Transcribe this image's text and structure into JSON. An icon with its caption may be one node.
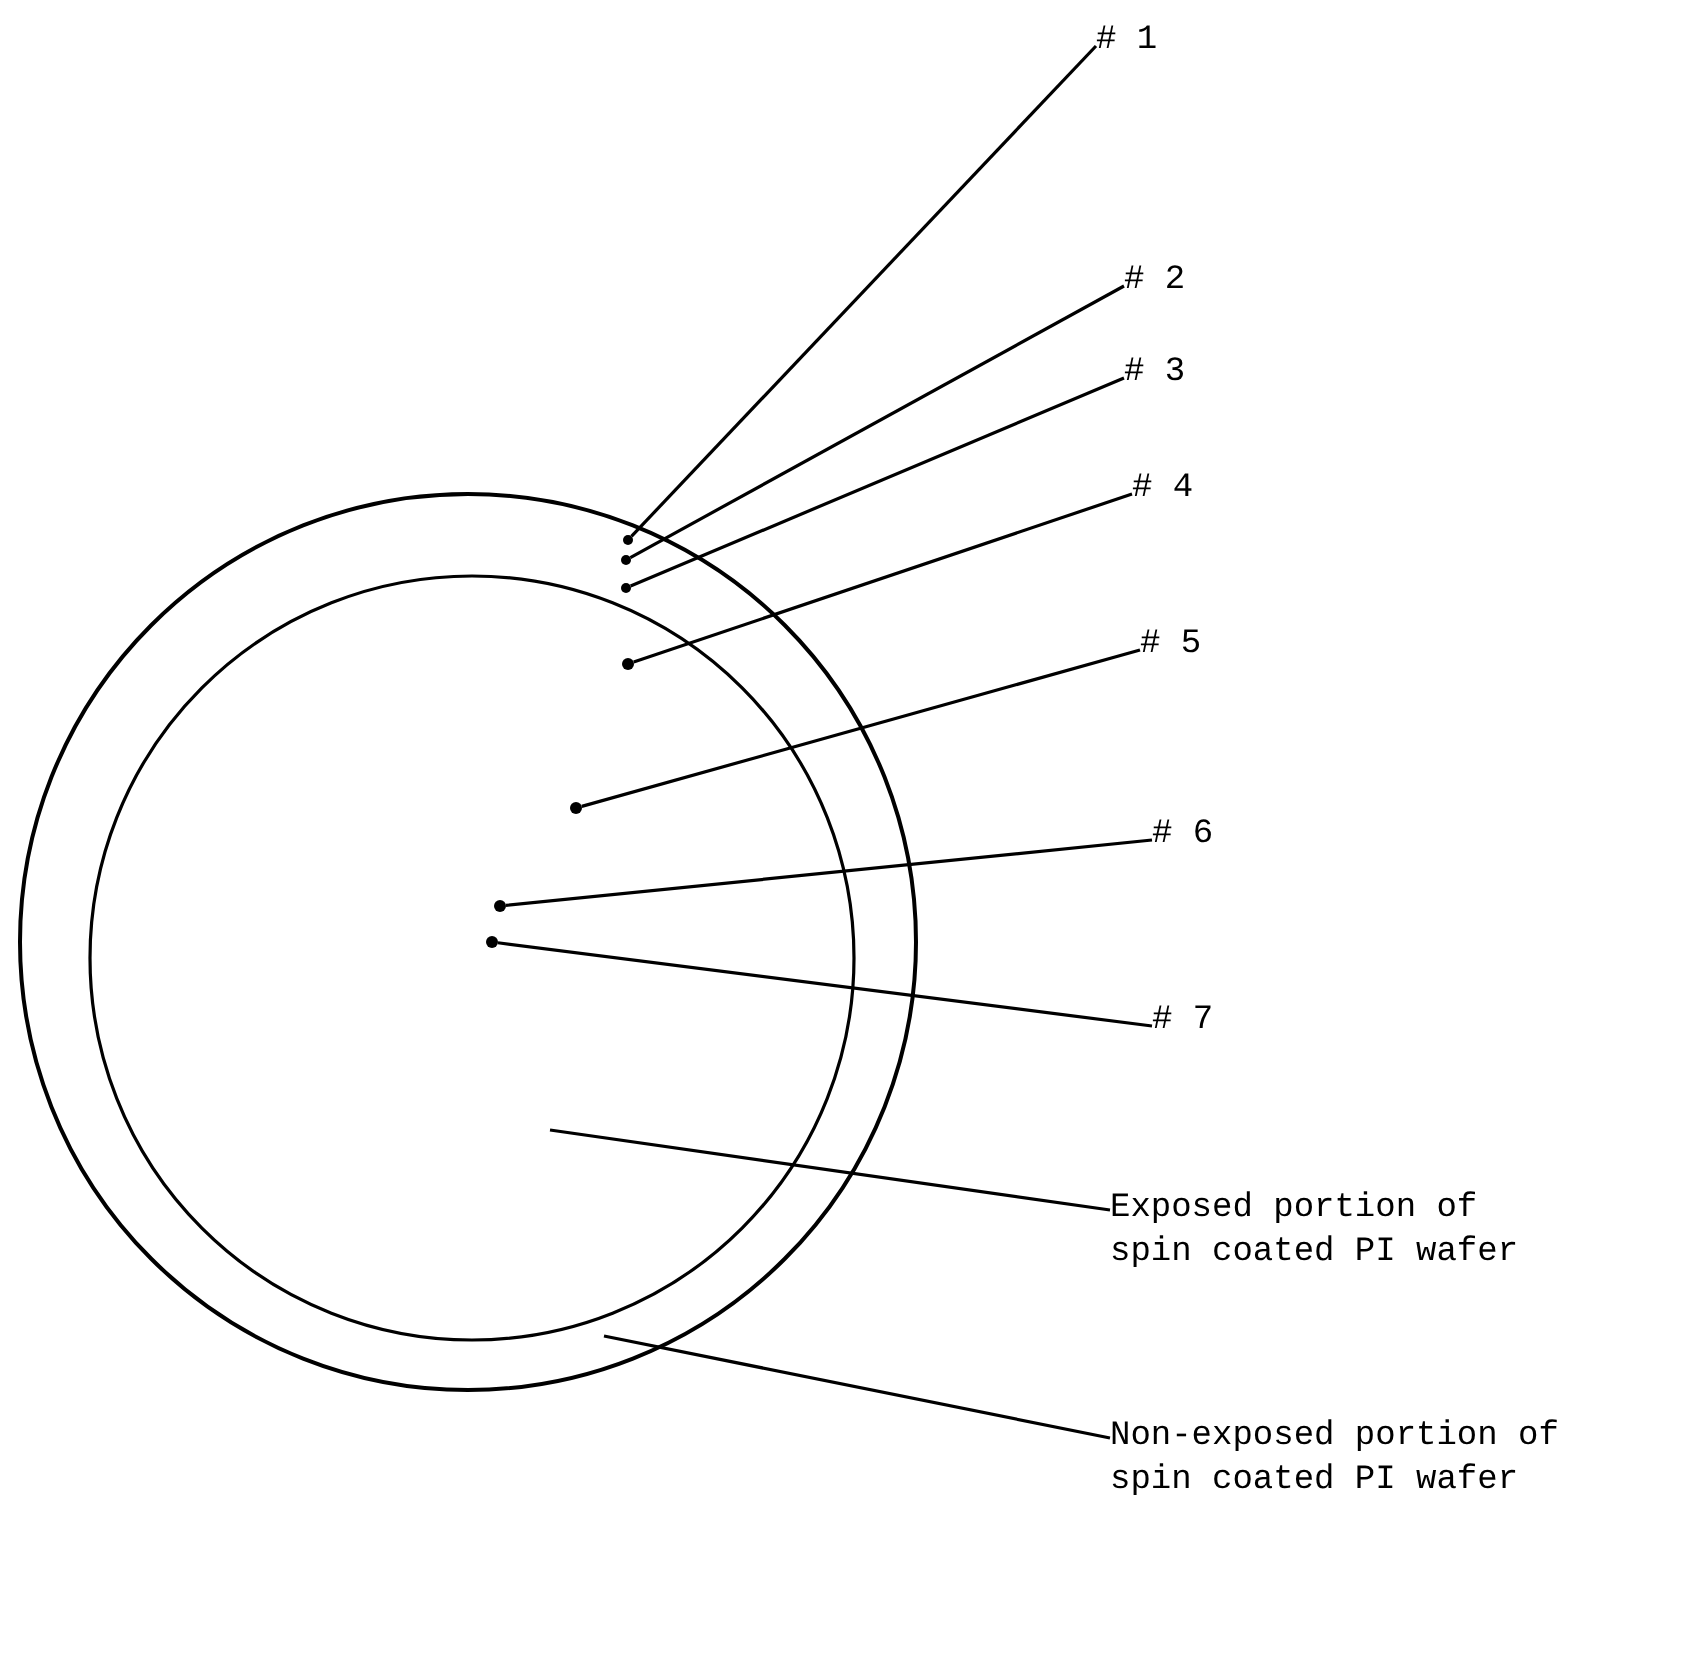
{
  "diagram": {
    "nodes": [
      {
        "text": [],
        "shape": "circle"
      },
      {
        "text": [],
        "shape": "circle",
        "in": 0
      },
      {
        "text": [],
        "shape": "circle",
        "in": 0
      },
      {
        "text": [],
        "shape": "circle",
        "in": 0
      },
      {
        "text": [],
        "shape": "circle",
        "in": 0
      },
      {
        "text": [],
        "shape": "circle",
        "in": 1
      },
      {
        "text": [],
        "shape": "circle",
        "in": 1
      },
      {
        "text": [],
        "shape": "circle",
        "in": 1
      },
      {
        "text": [],
        "shape": "circle",
        "in": 1
      },
      {
        "text": [
          "# 1"
        ]
      },
      {
        "text": [
          "# 2"
        ]
      },
      {
        "text": [
          "# 3"
        ]
      },
      {
        "text": [
          "# 4"
        ]
      },
      {
        "text": [
          "# 5"
        ]
      },
      {
        "text": [
          "# 6"
        ]
      },
      {
        "text": [
          "# 7"
        ]
      },
      {
        "text": [
          "Exposed portion of spin coated PI wafer"
        ]
      },
      {
        "text": [
          "Non-exposed portion of spin coated PI wafer"
        ]
      }
    ],
    "edges": [
      {
        "from": 9,
        "to": 2,
        "arrow": "none"
      },
      {
        "from": 10,
        "to": 3,
        "arrow": "none"
      },
      {
        "from": 11,
        "to": 4,
        "arrow": "none"
      },
      {
        "from": 12,
        "to": 5,
        "arrow": "none"
      },
      {
        "from": 13,
        "to": 6,
        "arrow": "none"
      },
      {
        "from": 14,
        "to": 7,
        "arrow": "none"
      },
      {
        "from": 15,
        "to": 8,
        "arrow": "none"
      },
      {
        "from": 16,
        "to": 1,
        "arrow": "none"
      },
      {
        "from": 17,
        "to": 0,
        "arrow": "none"
      }
    ]
  }
}
